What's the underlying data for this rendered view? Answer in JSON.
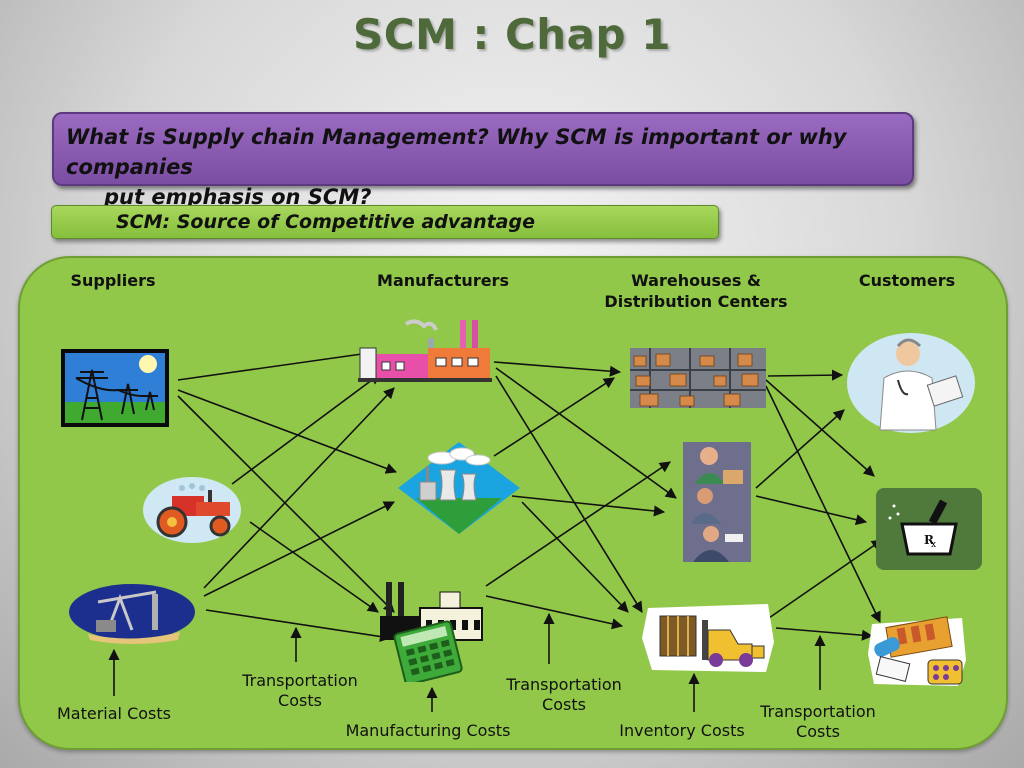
{
  "title": "SCM : Chap 1",
  "question": {
    "line1": "What is Supply chain Management? Why SCM is important or why companies",
    "line2": "put emphasis on SCM?"
  },
  "subtitle": "SCM: Source of Competitive advantage",
  "columns": {
    "suppliers": "Suppliers",
    "manufacturers": "Manufacturers",
    "warehouses": "Warehouses &",
    "warehouses_line2": "Distribution Centers",
    "customers": "Customers"
  },
  "costs": {
    "material": "Material Costs",
    "transport1_line1": "Transportation",
    "transport1_line2": "Costs",
    "manufacturing": "Manufacturing Costs",
    "transport2_line1": "Transportation",
    "transport2_line2": "Costs",
    "inventory": "Inventory Costs",
    "transport3_line1": "Transportation",
    "transport3_line2": "Costs"
  },
  "icons": {
    "supplier_1": "power-lines-icon",
    "supplier_2": "tractor-icon",
    "supplier_3": "oil-pump-icon",
    "manufacturer_1": "factory-icon",
    "manufacturer_2": "power-plant-icon",
    "manufacturer_3": "factory-calculator-icon",
    "warehouse_1": "warehouse-icon",
    "warehouse_2": "workers-icon",
    "warehouse_3": "forklift-icon",
    "customer_1": "doctor-icon",
    "customer_2": "pharmacy-icon",
    "customer_3": "medicine-icon"
  },
  "colors": {
    "panel": "#92c849",
    "question_box": "#8a5cb5",
    "title": "#4e6a3a"
  }
}
